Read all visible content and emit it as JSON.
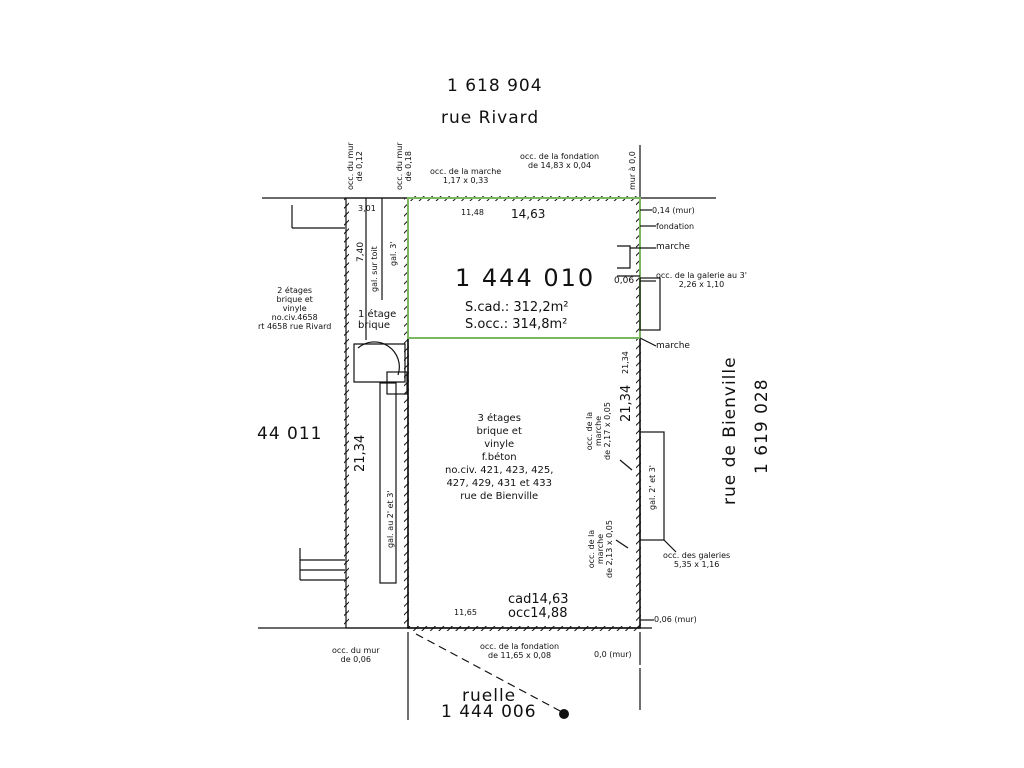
{
  "lots": {
    "north": "1 618 904",
    "main": "1 444 010",
    "west": "44 011",
    "east": "1 619 028",
    "south": "1 444 006"
  },
  "streets": {
    "north": "rue Rivard",
    "east": "rue de Bienville",
    "south": "ruelle"
  },
  "areas": {
    "cad": "S.cad.:  312,2m²",
    "occ": "S.occ.:  314,8m²"
  },
  "dimensions": {
    "top": "14,63",
    "top_small": "11,48",
    "top_left": "3,01",
    "left_upper": "7,40",
    "left_main": "21,34",
    "right_main": "21,34",
    "right_small": "21,34",
    "bottom_cad": "cad14,63",
    "bottom_occ": "occ14,88",
    "bottom_small": "11,65",
    "east_small": "0,06"
  },
  "annotations": {
    "mur_012": "occ. du mur\nde 0,12",
    "mur_018": "occ. du mur\nde 0,18",
    "marche_top": "occ. de la marche\n1,17 x 0,33",
    "fondation_top": "occ. de la fondation\nde 14,83 x 0,04",
    "mur_00": "mur à 0,0",
    "mur_014": "0,14 (mur)",
    "fondation_label": "fondation",
    "marche_label_1": "marche",
    "galerie_3": "occ. de la galerie au 3'\n2,26 x 1,10",
    "marche_label_2": "marche",
    "galeries": "occ. des galeries\n5,35 x 1,16",
    "mur_006_right": "0,06 (mur)",
    "mur_00_bottom": "0,0 (mur)",
    "fondation_bottom": "occ. de la fondation\nde 11,65 x 0,08",
    "mur_006_bottom": "occ. du mur\nde 0,06",
    "marche_side_1": "occ. de la\nmarche\nde 2,17 x 0,05",
    "marche_side_2": "occ. de la\nmarche\nde 2,13 x 0,05"
  },
  "buildings": {
    "neighbour": "2 étages\nbrique et\nvinyle\nno.civ.4658\nrt 4658 rue Rivard",
    "one_storey": "1 étage\nbrique",
    "main": "3 étages\nbrique et\nvinyle\nf.béton\nno.civ. 421, 423, 425,\n427, 429, 431 et 433\nrue de Bienville",
    "gal_toit": "gal. sur toit",
    "gal_3": "gal. 3'",
    "gal_2_3_left": "gal. au 2' et 3'",
    "gal_2_3_right": "gal. 2' et 3'"
  },
  "colors": {
    "line": "#111111",
    "highlight": "#7bb661"
  }
}
